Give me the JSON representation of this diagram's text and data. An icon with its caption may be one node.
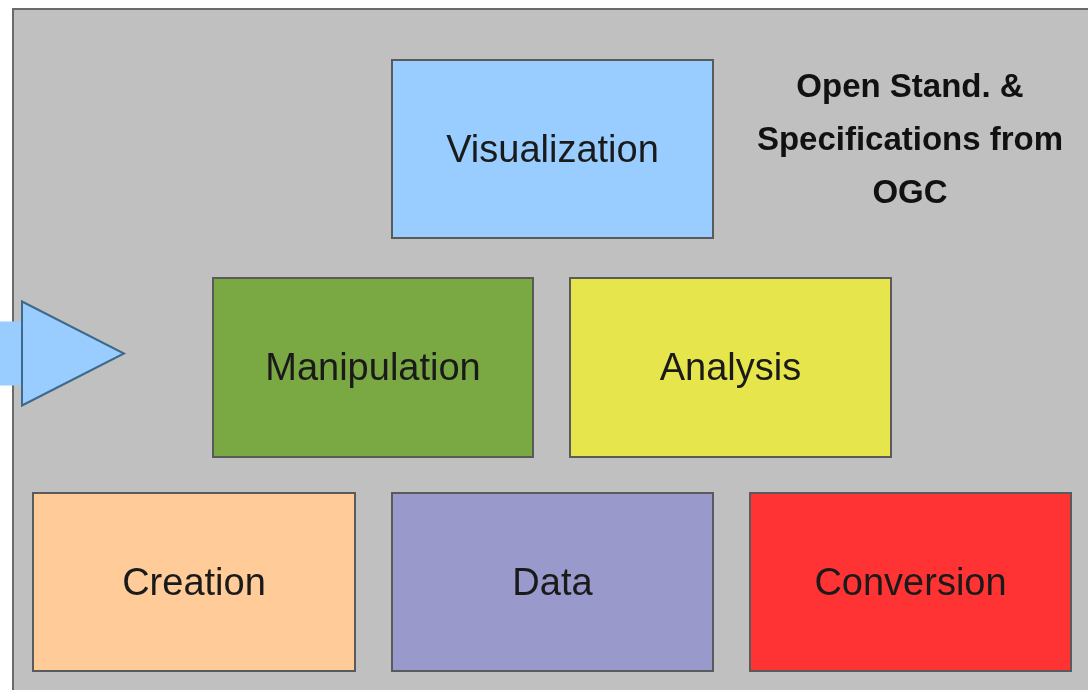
{
  "diagram": {
    "nodes": [
      {
        "text": [],
        "shape": "box"
      },
      {
        "text": [
          "Visualization"
        ],
        "in": 0
      },
      {
        "text": [
          "Manipulation"
        ],
        "in": 0
      },
      {
        "text": [
          "Analysis"
        ],
        "in": 0
      },
      {
        "text": [
          "Creation"
        ],
        "in": 0
      },
      {
        "text": [
          "Data"
        ],
        "in": 0
      },
      {
        "text": [
          "Conversion"
        ],
        "in": 0
      }
    ],
    "edges": [
      {
        "from": null,
        "to": 2,
        "arrow": "to"
      }
    ],
    "labels": [
      "Open Stand. & Specifications from OGC"
    ]
  }
}
